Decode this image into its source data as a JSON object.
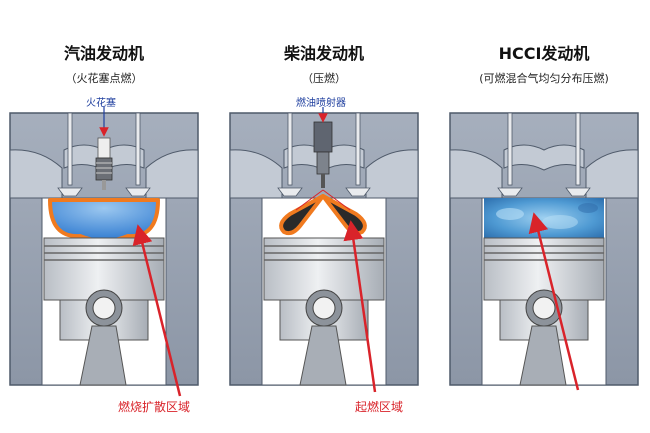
{
  "engines": [
    {
      "title": "汽油发动机",
      "subtitle": "（火花塞点燃）",
      "callout": "火花塞",
      "region_label": "燃烧扩散区域"
    },
    {
      "title": "柴油发动机",
      "subtitle": "（压燃）",
      "callout": "燃油喷射器",
      "region_label": "起燃区域"
    },
    {
      "title": "HCCI发动机",
      "subtitle": "(可燃混合气均匀分布压燃)",
      "callout": "",
      "region_label": ""
    }
  ],
  "colors": {
    "block": "#9aa4b4",
    "block_dark": "#6f7b8c",
    "cylinder_bg": "#ffffff",
    "piston": "#d0d4d9",
    "piston_dark": "#8a9098",
    "gasoline_flame": "#4a8fd8",
    "flame_edge": "#f07a1f",
    "hcci_mix": "#5aa6dc",
    "arrow": "#d9232a",
    "callout_text": "#1f3f9f"
  }
}
